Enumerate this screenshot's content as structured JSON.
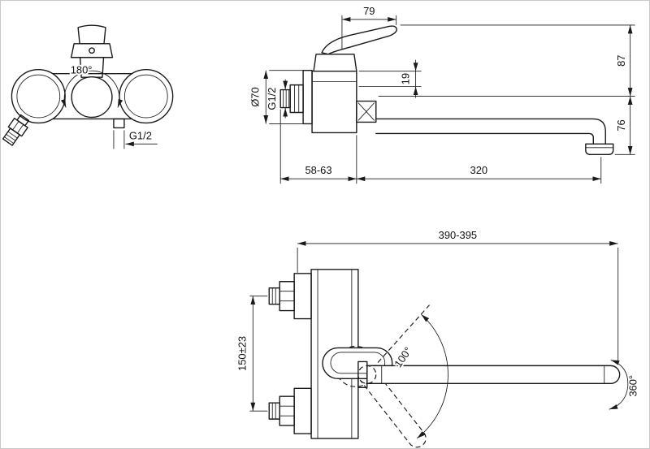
{
  "colors": {
    "line": "#1a1a1a",
    "background": "#ffffff"
  },
  "front_view": {
    "rotation": "180°",
    "thread": "G1/2"
  },
  "side_view": {
    "handle_length": "79",
    "height_above_spout": "87",
    "body_offset": "19",
    "height_below_spout": "76",
    "escutcheon_diameter": "Ø70",
    "thread": "G1/2",
    "wall_distance": "58-63",
    "spout_reach": "320"
  },
  "top_view": {
    "overall_reach": "390-395",
    "inlet_spacing": "150±23",
    "spout_swivel": "100°",
    "outlet_rotation": "360°"
  }
}
